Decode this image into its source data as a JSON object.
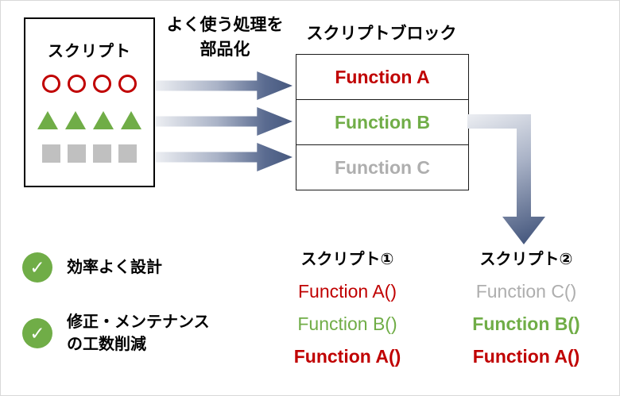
{
  "source_box": {
    "title": "スクリプト",
    "shape_rows": [
      {
        "shape": "circle-outline",
        "color": "#c00000",
        "count": 4
      },
      {
        "shape": "triangle",
        "color": "#70ad47",
        "count": 4
      },
      {
        "shape": "square",
        "color": "#c0c0c0",
        "count": 4
      }
    ]
  },
  "arrow_label": {
    "line1": "よく使う処理を",
    "line2": "部品化"
  },
  "block_box": {
    "title": "スクリプトブロック",
    "functions": [
      {
        "label": "Function A",
        "color": "#c00000"
      },
      {
        "label": "Function B",
        "color": "#70ad47"
      },
      {
        "label": "Function C",
        "color": "#aeaeae"
      }
    ]
  },
  "benefits": [
    {
      "lines": [
        "効率よく設計",
        ""
      ]
    },
    {
      "lines": [
        "修正・メンテナンス",
        "の工数削減"
      ]
    }
  ],
  "scripts": [
    {
      "title": "スクリプト①",
      "items": [
        {
          "label": "Function A()",
          "color": "#c00000",
          "bold": false
        },
        {
          "label": "Function B()",
          "color": "#70ad47",
          "bold": false
        },
        {
          "label": "Function A()",
          "color": "#c00000",
          "bold": true
        }
      ]
    },
    {
      "title": "スクリプト②",
      "items": [
        {
          "label": "Function C()",
          "color": "#aeaeae",
          "bold": false
        },
        {
          "label": "Function B()",
          "color": "#70ad47",
          "bold": true
        },
        {
          "label": "Function A()",
          "color": "#c00000",
          "bold": true
        }
      ]
    }
  ],
  "icons": {
    "check": "✓"
  },
  "colors": {
    "red": "#c00000",
    "green": "#70ad47",
    "gray": "#c0c0c0",
    "arrow_light": "#eceef2",
    "arrow_dark": "#46587e",
    "check_badge": "#70ad47"
  }
}
